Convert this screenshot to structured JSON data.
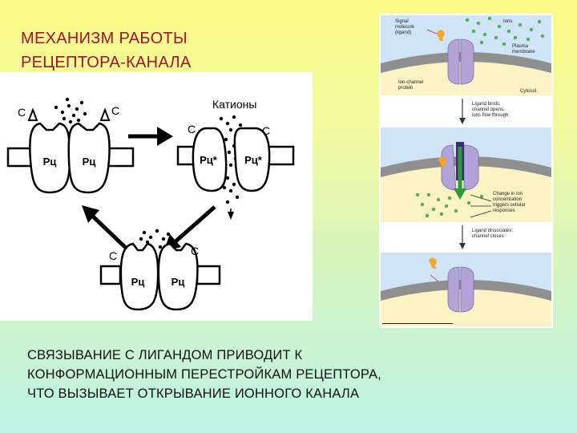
{
  "slide": {
    "title_lines": [
      "МЕХАНИЗМ РАБОТЫ",
      "РЕЦЕПТОРА-КАНАЛА"
    ],
    "caption_lines": [
      "СВЯЗЫВАНИЕ С ЛИГАНДОМ ПРИВОДИТ К",
      "КОНФОРМАЦИОННЫМ ПЕРЕСТРОЙКАМ РЕЦЕПТОРА,",
      "ЧТО ВЫЗЫВАЕТ ОТКРЫВАНИЕ ИОННОГО КАНАЛА"
    ]
  },
  "left_diagram": {
    "cations_label": "Катионы",
    "ligand_label": "C",
    "state1": {
      "subunit_left": "Рц",
      "subunit_right": "Рц"
    },
    "state2": {
      "subunit_left": "Рц*",
      "subunit_right": "Рц*"
    },
    "state3": {
      "subunit_left": "Рц",
      "subunit_right": "Рц"
    }
  },
  "right_diagram": {
    "colors": {
      "outside": "#cfe4f6",
      "cytosol": "#fbf3c4",
      "membrane": "#8f8f8f",
      "protein": "#b3a4d8",
      "ion": "#4fb24f",
      "ligand": "#f5a52c",
      "arrow_ion": "#2e9b38"
    },
    "labels": {
      "signal_molecule": [
        "Signal",
        "molecule",
        "(ligand)"
      ],
      "ions": "Ions",
      "plasma_membrane": [
        "Plasma",
        "membrane"
      ],
      "ion_channel_protein": [
        "Ion-channel",
        "protein"
      ],
      "cytosol": "Cytosol",
      "step1": [
        "Ligand binds;",
        "channel opens;",
        "ions flow through"
      ],
      "step2": [
        "Change in ion",
        "concentration",
        "triggers cellular",
        "responses"
      ],
      "step3": [
        "Ligand dissociates;",
        "channel closes"
      ]
    }
  }
}
